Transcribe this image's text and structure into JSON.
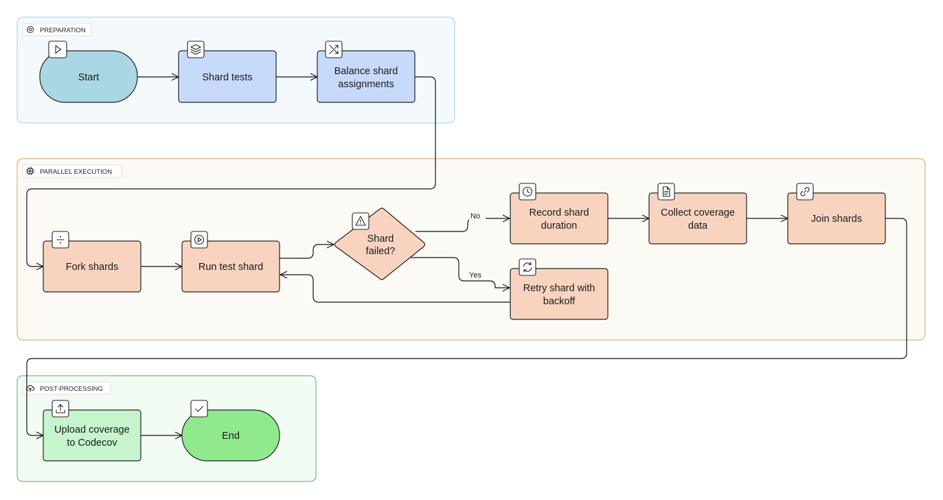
{
  "groups": {
    "preparation": {
      "label": "PREPARATION",
      "icon": "gear-icon",
      "fill": "#f3f9fd",
      "stroke": "#9ccfe0"
    },
    "parallel": {
      "label": "PARALLEL EXECUTION",
      "icon": "cpu-icon",
      "fill": "#fcfaf5",
      "stroke": "#d8a35a"
    },
    "post": {
      "label": "POST-PROCESSING",
      "icon": "cloud-upload-icon",
      "fill": "#f2fcf3",
      "stroke": "#62a86b"
    }
  },
  "nodes": {
    "start": {
      "label": [
        "Start"
      ],
      "icon": "play-icon",
      "fill": "#a9d8e4"
    },
    "shard_tests": {
      "label": [
        "Shard tests"
      ],
      "icon": "layers-icon",
      "fill": "#c8dafa"
    },
    "balance": {
      "label": [
        "Balance shard",
        "assignments"
      ],
      "icon": "shuffle-icon",
      "fill": "#c8dafa"
    },
    "fork": {
      "label": [
        "Fork shards"
      ],
      "icon": "divide-icon",
      "fill": "#f8d4c0"
    },
    "run": {
      "label": [
        "Run test shard"
      ],
      "icon": "play-circle-icon",
      "fill": "#f8d4c0"
    },
    "decision": {
      "label": [
        "Shard",
        "failed?"
      ],
      "icon": "warning-icon",
      "fill": "#f8d4c0"
    },
    "record": {
      "label": [
        "Record shard",
        "duration"
      ],
      "icon": "clock-icon",
      "fill": "#f8d4c0"
    },
    "collect": {
      "label": [
        "Collect coverage",
        "data"
      ],
      "icon": "file-text-icon",
      "fill": "#f8d4c0"
    },
    "join": {
      "label": [
        "Join shards"
      ],
      "icon": "link-icon",
      "fill": "#f8d4c0"
    },
    "retry": {
      "label": [
        "Retry shard with",
        "backoff"
      ],
      "icon": "refresh-icon",
      "fill": "#f8d4c0"
    },
    "upload": {
      "label": [
        "Upload coverage",
        "to Codecov"
      ],
      "icon": "upload-icon",
      "fill": "#c6f5cd"
    },
    "end": {
      "label": [
        "End"
      ],
      "icon": "check-icon",
      "fill": "#90ea8d"
    }
  },
  "edges": {
    "no": "No",
    "yes": "Yes"
  }
}
